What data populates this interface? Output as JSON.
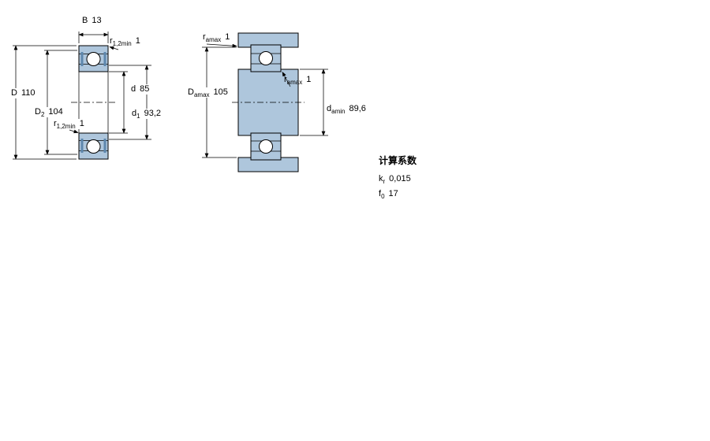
{
  "colors": {
    "section_fill": "#aec6dc",
    "seal_fill": "#5d87ad",
    "line": "#000000",
    "background": "#ffffff"
  },
  "left_diagram": {
    "dims": {
      "B": {
        "label": "B",
        "value": "13"
      },
      "r12_top": {
        "label": "r",
        "sub": "1,2min",
        "value": "1"
      },
      "D": {
        "label": "D",
        "value": "110"
      },
      "D2": {
        "label": "D",
        "sub": "2",
        "value": "104"
      },
      "r12_mid": {
        "label": "r",
        "sub": "1,2min",
        "value": "1"
      },
      "d": {
        "label": "d",
        "value": "85"
      },
      "d1": {
        "label": "d",
        "sub": "1",
        "value": "93,2"
      }
    }
  },
  "right_diagram": {
    "dims": {
      "ra_top": {
        "label": "r",
        "sub": "amax",
        "value": "1"
      },
      "Da": {
        "label": "D",
        "sub": "amax",
        "value": "105"
      },
      "ra_mid": {
        "label": "r",
        "sub": "amax",
        "value": "1"
      },
      "da": {
        "label": "d",
        "sub": "amin",
        "value": "89,6"
      }
    }
  },
  "calculation_factors": {
    "title": "计算系数",
    "kr": {
      "label": "k",
      "sub": "r",
      "value": "0,015"
    },
    "f0": {
      "label": "f",
      "sub": "0",
      "value": "17"
    }
  }
}
